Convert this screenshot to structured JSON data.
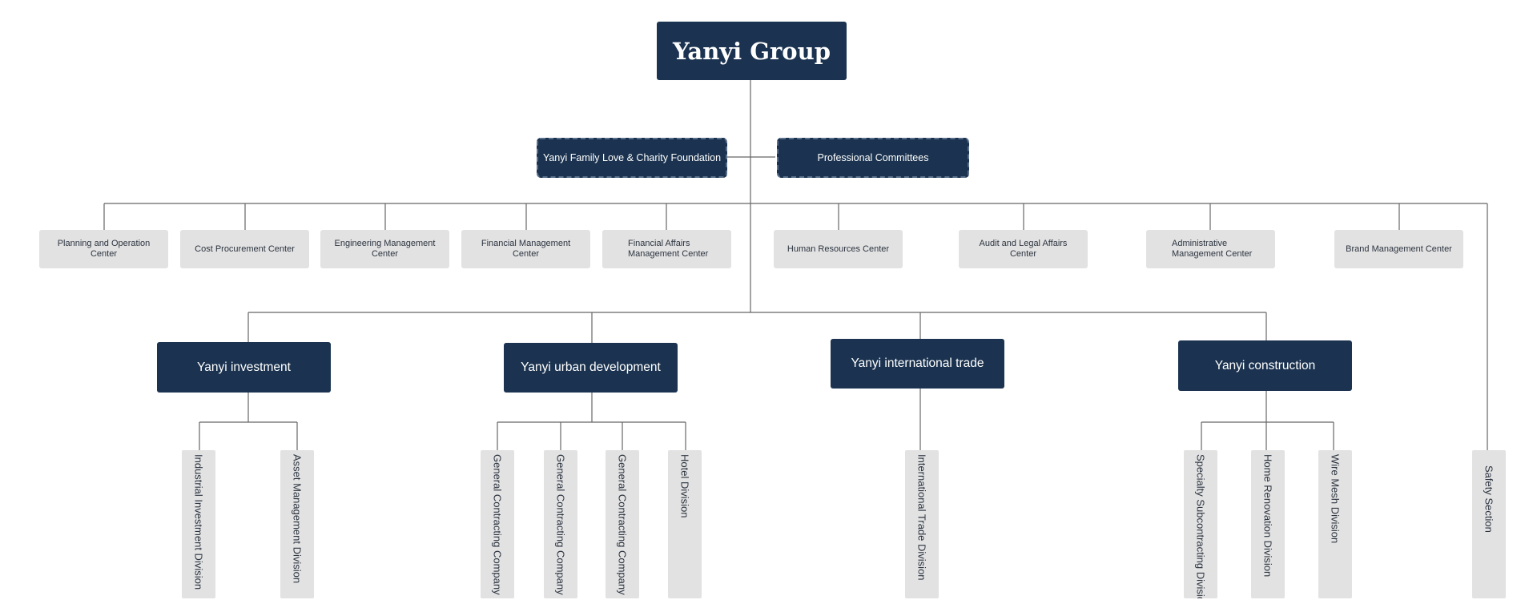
{
  "root": "Yanyi Group",
  "side_bodies": [
    "Yanyi Family Love & Charity Foundation",
    "Professional Committees"
  ],
  "centers": [
    "Planning and Operation Center",
    "Cost Procurement Center",
    "Engineering Management Center",
    "Financial Management Center",
    "Financial Affairs Management Center",
    "Human Resources Center",
    "Audit and Legal Affairs Center",
    "Administrative Management Center",
    "Brand Management Center"
  ],
  "subsidiaries": [
    {
      "name": "Yanyi investment",
      "divisions": [
        "Industrial Investment Division",
        "Asset Management Division"
      ]
    },
    {
      "name": "Yanyi urban development",
      "divisions": [
        "General Contracting Company I",
        "General Contracting Company II",
        "General Contracting Company N",
        "Hotel Division"
      ]
    },
    {
      "name": "Yanyi international trade",
      "divisions": [
        "International Trade Division"
      ]
    },
    {
      "name": "Yanyi construction",
      "divisions": [
        "Specialty Subcontracting Division",
        "Home Renovation Division",
        "Wire Mesh Division"
      ]
    }
  ],
  "safety_section": "Safety Section",
  "colors": {
    "dark_box": "#1b3350",
    "light_box": "#e2e2e2",
    "connector": "#666666"
  }
}
